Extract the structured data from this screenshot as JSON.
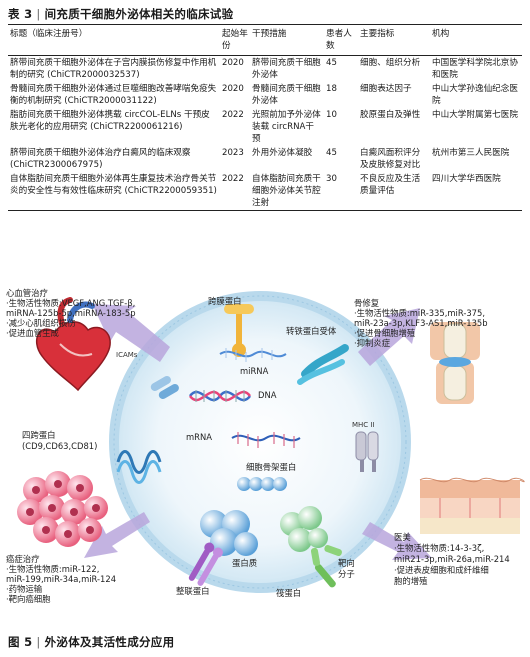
{
  "table": {
    "caption_num": "表 3",
    "caption_title": "间充质干细胞外泌体相关的临床试验",
    "headers": [
      "标题（临床注册号）",
      "起始年份",
      "干预措施",
      "患者人数",
      "主要指标",
      "机构"
    ],
    "rows": [
      [
        "脐带间充质干细胞外泌体在子宫内膜损伤修复中作用机制的研究 (ChiCTR2000032537)",
        "2020",
        "脐带间充质干细胞外泌体",
        "45",
        "细胞、组织分析",
        "中国医学科学院北京协和医院"
      ],
      [
        "骨髓间充质干细胞外泌体通过巨噬细胞改善哮喘免疫失衡的机制研究 (ChiCTR2000031122)",
        "2020",
        "骨髓间充质干细胞外泌体",
        "18",
        "细胞表达因子",
        "中山大学孙逸仙纪念医院"
      ],
      [
        "脂肪间充质干细胞外泌体携载 circCOL-ELNs 干预皮肤光老化的应用研究 (ChiCTR2200061216)",
        "2022",
        "光照前加予外泌体装载 circRNA干预",
        "10",
        "胶原蛋白及弹性",
        "中山大学附属第七医院"
      ],
      [
        "脐带间充质干细胞外泌体治疗白癜风的临床观察 (ChiCTR2300067975)",
        "2023",
        "外用外泌体凝胶",
        "45",
        "白癜风面积评分及皮肤修复对比",
        "杭州市第三人民医院"
      ],
      [
        "自体脂肪间充质干细胞外泌体再生康复技术治疗骨关节炎的安全性与有效性临床研究 (ChiCTR2200059351)",
        "2022",
        "自体脂肪间充质干细胞外泌体关节腔注射",
        "30",
        "不良反应及生活质量评估",
        "四川大学华西医院"
      ]
    ]
  },
  "figure": {
    "caption_num": "图 5",
    "caption_title": "外泌体及其活性成分应用",
    "cardio": {
      "title": "心血管治疗",
      "lines": [
        "·生物活性物质:VEGF,ANG,TGF-β,",
        "miRNA-125b-5p,miRNA-183-5p",
        "·减少心肌组织损伤",
        "·促进血管生成"
      ],
      "icams": "ICAMs"
    },
    "tetraspanin": {
      "title": "四跨蛋白",
      "members": "(CD9,CD63,CD81)"
    },
    "cancer": {
      "title": "癌症治疗",
      "lines": [
        "·生物活性物质:miR-122,",
        "miR-199,miR-34a,miR-124",
        "·药物运输",
        "·靶向癌细胞"
      ]
    },
    "bone": {
      "title": "骨修复",
      "lines": [
        "·生物活性物质:miR-335,miR-375,",
        "miR-23a-3p,KLF3-AS1,miR-135b",
        "·促进骨细胞增殖",
        "·抑制炎症"
      ]
    },
    "cosmetic": {
      "title": "医美",
      "lines": [
        "·生物活性物质:14-3-3ζ,",
        "miR21-3p,miR-26a,miR-214",
        "·促进表皮细胞和成纤维细",
        "胞的增殖"
      ]
    },
    "inner": {
      "transmembrane": "跨膜蛋白",
      "transferrin": "转铁蛋白受体",
      "mirna": "miRNA",
      "dna": "DNA",
      "mrna": "mRNA",
      "cytoskeleton": "细胞骨架蛋白",
      "protein": "蛋白质",
      "integrin": "整联蛋白",
      "lectin": "筏蛋白",
      "target_1": "靶向",
      "target_2": "分子",
      "mhc": "MHC II"
    }
  }
}
